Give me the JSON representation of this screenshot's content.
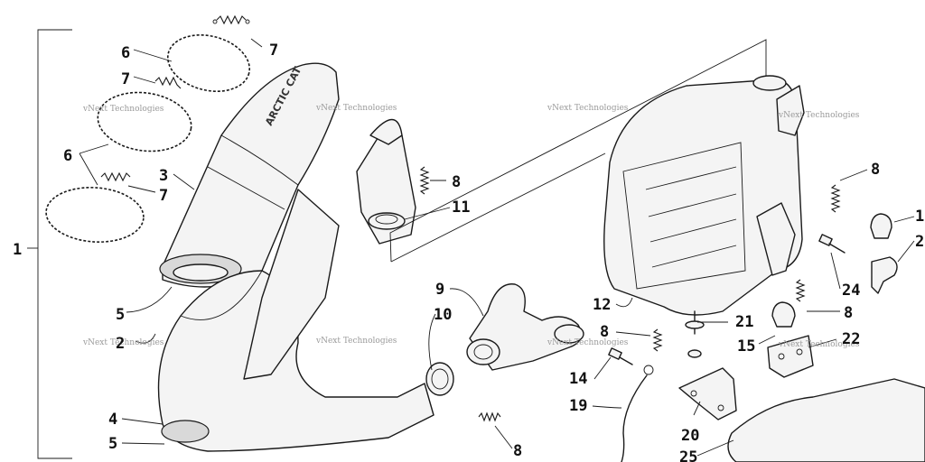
{
  "callouts": {
    "c1": "1",
    "c2": "2",
    "c3": "3",
    "c4": "4",
    "c5a": "5",
    "c5b": "5",
    "c6a": "6",
    "c6b": "6",
    "c7a": "7",
    "c7b": "7",
    "c7c": "7",
    "c8a": "8",
    "c8b": "8",
    "c8c": "8",
    "c8d": "8",
    "c8e": "8",
    "c9": "9",
    "c10": "10",
    "c11": "11",
    "c12": "12",
    "c14": "14",
    "c15": "15",
    "c19": "19",
    "c20": "20",
    "c21": "21",
    "c22": "22",
    "c24": "24",
    "c25": "25",
    "c1r": "1",
    "c2r": "2"
  },
  "watermark": "vNext Technologies",
  "brand_text": "ARCTIC CAT",
  "colors": {
    "ink": "#1a1a1a",
    "watermark": "#9a9a9a",
    "paper": "#ffffff"
  }
}
